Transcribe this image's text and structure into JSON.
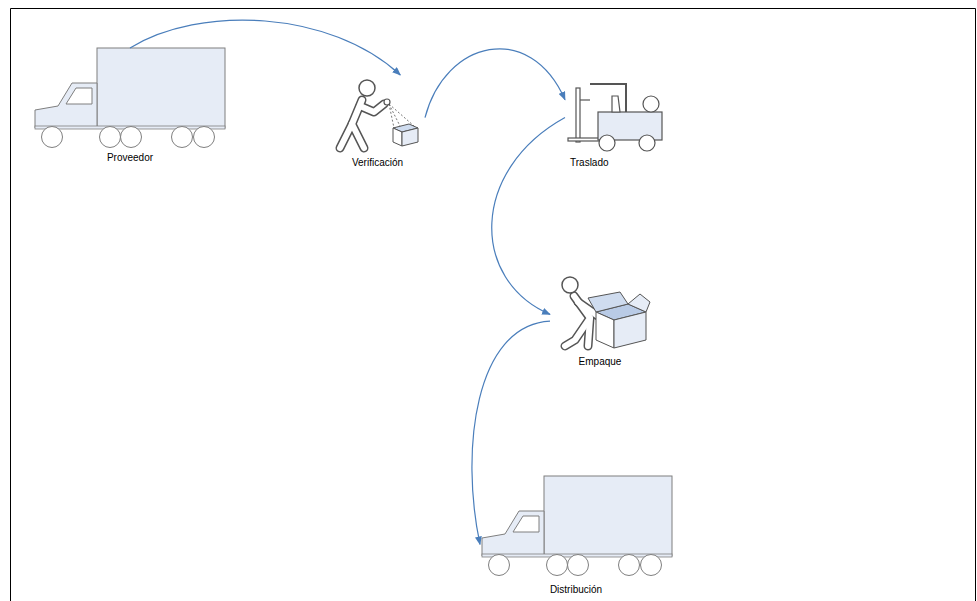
{
  "diagram": {
    "nodes": [
      {
        "text": [
          "Proveedor"
        ]
      },
      {
        "text": [
          "Verificación"
        ]
      },
      {
        "text": [
          "Traslado"
        ]
      },
      {
        "text": [
          "Empaque"
        ]
      },
      {
        "text": [
          "Distribución"
        ]
      }
    ],
    "edges": [
      {
        "from": 0,
        "to": 1,
        "arrow": "to"
      },
      {
        "from": 1,
        "to": 2,
        "arrow": "to"
      },
      {
        "from": 2,
        "to": 3,
        "arrow": "to"
      },
      {
        "from": 3,
        "to": 4,
        "arrow": "to"
      }
    ]
  }
}
